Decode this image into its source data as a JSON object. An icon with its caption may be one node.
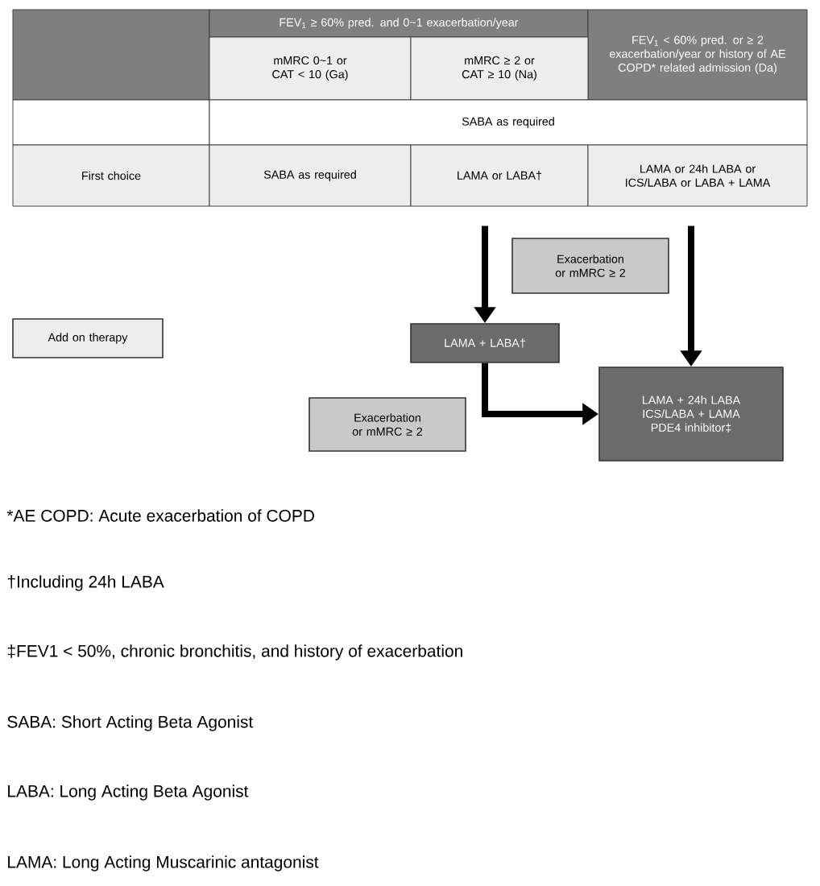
{
  "diagram": {
    "nodes": [
      {
        "text": [],
        "shape": "box"
      },
      {
        "text": [
          "FEV$_{1}$ ≥ 60% pred. and 0~1 exacerbation/year"
        ]
      },
      {
        "text": [
          "FEV$_{1}$ < 60% pred. or ≥ 2 exacerbation/year or history of AE COPD* related admission (Da)"
        ]
      },
      {
        "text": [
          "mMRC 0~1 or CAT < 10 (Ga)"
        ]
      },
      {
        "text": [
          "mMRC ≥ 2 or CAT ≥ 10 (Na)"
        ]
      },
      {
        "text": [],
        "shape": "box"
      },
      {
        "text": [
          "SABA as required"
        ]
      },
      {
        "text": [
          "First choice"
        ]
      },
      {
        "text": [
          "SABA as required"
        ]
      },
      {
        "text": [
          "LAMA or LABA†"
        ]
      },
      {
        "text": [
          "LAMA or 24h LABA or ICS/LABA or LABA + LAMA"
        ]
      },
      {
        "text": [
          "Exacerbation or mMRC ≥ 2"
        ]
      },
      {
        "text": [
          "Add on therapy"
        ]
      },
      {
        "text": [
          "LAMA + LABA†"
        ]
      },
      {
        "text": [
          "Exacerbation or mMRC ≥ 2"
        ]
      },
      {
        "text": [
          "LAMA + 24h LABA ICS/LABA + LAMA PDE4 inhibitor‡"
        ]
      }
    ],
    "edges": [
      {
        "from": 9,
        "to": 13,
        "arrow": "to"
      },
      {
        "from": 10,
        "to": 15,
        "arrow": "to"
      },
      {
        "from": 13,
        "to": 15,
        "arrow": "to"
      }
    ],
    "labels": [
      "*AE COPD: Acute exacerbation of COPD",
      "†Including 24h LABA",
      "‡FEV1 < 50%, chronic bronchitis, and history of exacerbation",
      "SABA: Short Acting Beta Agonist",
      "LABA: Long Acting Beta Agonist",
      "LAMA: Long Acting Muscarinic antagonist"
    ]
  }
}
